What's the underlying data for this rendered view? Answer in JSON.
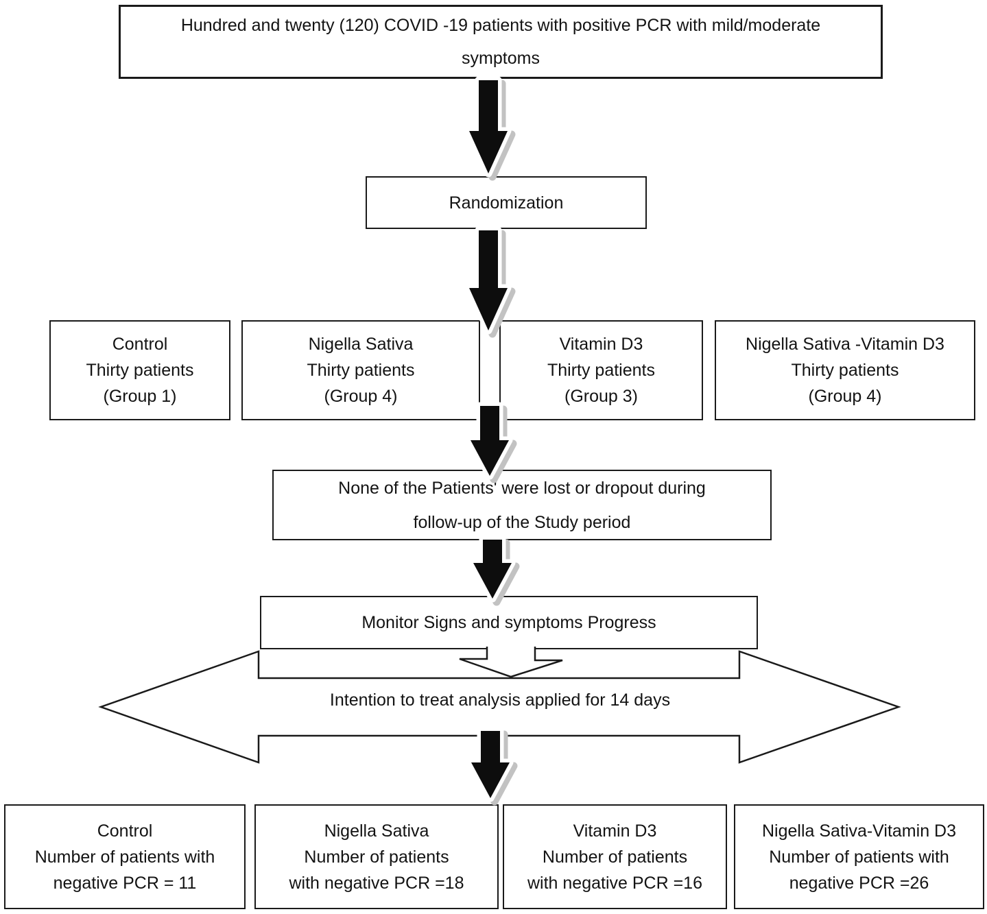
{
  "diagram": {
    "background_color": "#ffffff",
    "line_color": "#1a1a1a",
    "arrow_fill_color": "#0d0d0d",
    "arrow_outline_color": "#ffffff",
    "arrow_shadow_color": "#c2c2c2",
    "top_box": {
      "line1": "Hundred and twenty (120) COVID -19 patients with positive PCR with mild/moderate",
      "line2": "symptoms"
    },
    "randomization_label": "Randomization",
    "groups": [
      {
        "line1": "Control",
        "line2": "Thirty patients",
        "line3": "(Group 1)"
      },
      {
        "line1": "Nigella Sativa",
        "line2": "Thirty patients",
        "line3": "(Group 4)"
      },
      {
        "line1": "Vitamin D3",
        "line2": "Thirty patients",
        "line3": "(Group 3)"
      },
      {
        "line1": "Nigella Sativa -Vitamin D3",
        "line2": "Thirty patients",
        "line3": "(Group 4)"
      }
    ],
    "followup_box": {
      "line1": "None of the Patients' were lost or dropout during",
      "line2": "follow-up of the Study period"
    },
    "monitor_label": "Monitor Signs and symptoms Progress",
    "itt_label": "Intention to treat analysis applied for 14 days",
    "outcomes": [
      {
        "line1": "Control",
        "line2": "Number of patients with",
        "line3": "negative PCR = 11"
      },
      {
        "line1": "Nigella Sativa",
        "line2": "Number of patients",
        "line3": "with negative PCR =18"
      },
      {
        "line1": "Vitamin D3",
        "line2": "Number of patients",
        "line3": "with negative PCR =16"
      },
      {
        "line1": "Nigella Sativa-Vitamin D3",
        "line2": "Number of patients with",
        "line3": "negative PCR =26"
      }
    ]
  }
}
